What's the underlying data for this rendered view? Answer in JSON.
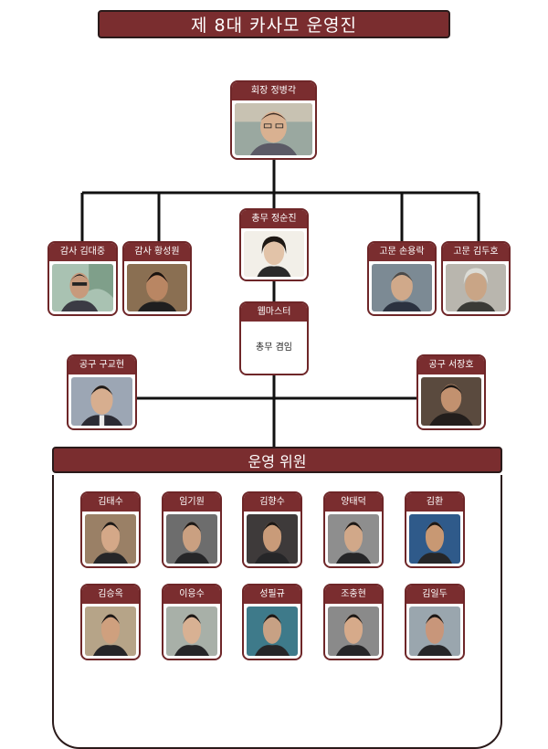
{
  "title": "제 8대 카사모 운영진",
  "president": {
    "label": "회장 정병각"
  },
  "treasurer": {
    "label": "총무 정순진"
  },
  "auditors": [
    {
      "label": "감사 김대중"
    },
    {
      "label": "감사 황성원"
    }
  ],
  "advisors": [
    {
      "label": "고문 손용락"
    },
    {
      "label": "고문 김두호"
    }
  ],
  "webmaster": {
    "label": "웹마스터",
    "body": "총무 겸임"
  },
  "group_buy": [
    {
      "label": "공구 구교현"
    },
    {
      "label": "공구 서장호"
    }
  ],
  "committee": {
    "title": "운영 위원",
    "members": [
      "김태수",
      "임기원",
      "김향수",
      "양태덕",
      "김환",
      "김승옥",
      "이응수",
      "성필규",
      "조충현",
      "김일두"
    ]
  },
  "colors": {
    "accent": "#7a2d2f",
    "border": "#6e2628"
  }
}
